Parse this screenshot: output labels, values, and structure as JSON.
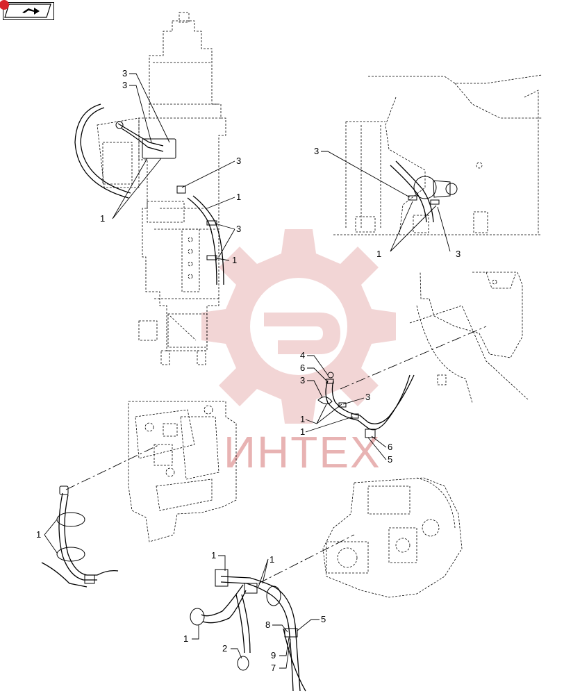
{
  "nav": {
    "icon": "page-flip-icon",
    "accent_color": "#d8232a"
  },
  "watermark": {
    "text": "ИНТЕХ",
    "color": "#e8b3b3"
  },
  "callouts": {
    "v1_a": "3",
    "v1_b": "3",
    "v1_c": "3",
    "v1_d": "1",
    "v1_e": "3",
    "v1_f": "1",
    "v1_g": "1",
    "v2_a": "3",
    "v2_b": "1",
    "v2_c": "3",
    "v3_a": "4",
    "v3_b": "6",
    "v3_c": "3",
    "v3_d": "3",
    "v3_e": "1",
    "v3_f": "1",
    "v3_g": "6",
    "v3_h": "5",
    "v4_a": "1",
    "v5_a": "1",
    "v5_b": "1",
    "v5_c": "8",
    "v5_d": "5",
    "v5_e": "1",
    "v5_f": "2",
    "v5_g": "9",
    "v5_h": "7"
  }
}
